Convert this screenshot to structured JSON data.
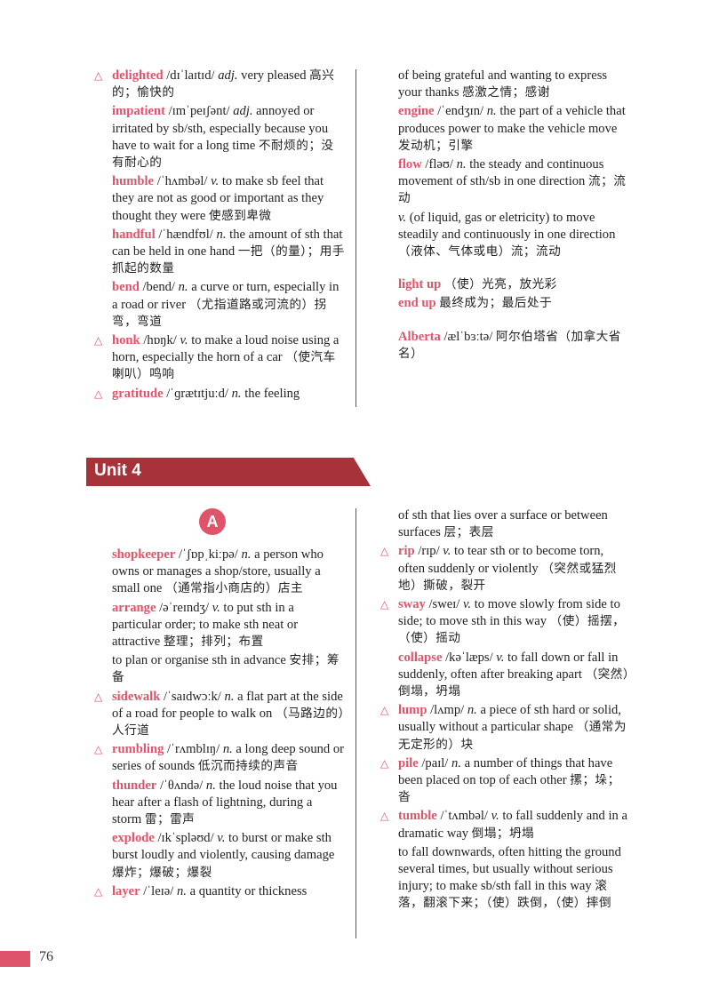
{
  "top": {
    "left": [
      {
        "tri": true,
        "hw": "delighted",
        "ipa": "/dɪˈlaɪtɪd/",
        "pos": "adj.",
        "def": "very pleased",
        "zh": "高兴的；愉快的"
      },
      {
        "tri": false,
        "hw": "impatient",
        "ipa": "/ɪmˈpeɪʃənt/",
        "pos": "adj.",
        "def": "annoyed or irritated by sb/sth, especially because you have to wait for a long time",
        "zh": "不耐烦的；没有耐心的"
      },
      {
        "tri": false,
        "hw": "humble",
        "ipa": "/ˈhʌmbəl/",
        "pos": "v.",
        "def": "to make sb feel that they are not as good or important as they thought they were",
        "zh": "使感到卑微"
      },
      {
        "tri": false,
        "hw": "handful",
        "ipa": "/ˈhændfʊl/",
        "pos": "n.",
        "def": "the amount of sth that can be held in one hand",
        "zh": "一把（的量）；用手抓起的数量"
      },
      {
        "tri": false,
        "hw": "bend",
        "ipa": "/bend/",
        "pos": "n.",
        "def": "a curve or turn, especially in a road or river",
        "zh": "（尤指道路或河流的）拐弯，弯道"
      },
      {
        "tri": true,
        "hw": "honk",
        "ipa": "/hɒŋk/",
        "pos": "v.",
        "def": "to make a loud noise using a horn, especially the horn of a car",
        "zh": "（使汽车喇叭）鸣响"
      },
      {
        "tri": true,
        "hw": "gratitude",
        "ipa": "/ˈɡrætɪtjuːd/",
        "pos": "n.",
        "def": "the feeling",
        "zh": ""
      }
    ],
    "right": [
      {
        "tri": false,
        "hw": "",
        "ipa": "",
        "pos": "",
        "def": "of being grateful and wanting to express your thanks",
        "zh": "感激之情；感谢"
      },
      {
        "tri": false,
        "hw": "engine",
        "ipa": "/ˈendʒɪn/",
        "pos": "n.",
        "def": "the part of a vehicle that produces power to make the vehicle move",
        "zh": "发动机；引擎"
      },
      {
        "tri": false,
        "hw": "flow",
        "ipa": "/fləʊ/",
        "pos": "n.",
        "def": "the steady and continuous movement of sth/sb in one direction",
        "zh": "流；流动"
      },
      {
        "tri": false,
        "hw": "",
        "ipa": "",
        "pos": "v.",
        "def": "(of liquid, gas or eletricity) to move steadily and continuously in one direction",
        "zh": "（液体、气体或电）流；流动"
      },
      {
        "gap": true
      },
      {
        "tri": false,
        "hw": "light up",
        "ipa": "",
        "pos": "",
        "def": "",
        "zh": "（使）光亮，放光彩"
      },
      {
        "tri": false,
        "hw": "end up",
        "ipa": "",
        "pos": "",
        "def": "",
        "zh": "最终成为；最后处于"
      },
      {
        "gap": true
      },
      {
        "tri": false,
        "hw": "Alberta",
        "ipa": "/ælˈbɜːtə/",
        "pos": "",
        "def": "",
        "zh": "阿尔伯塔省（加拿大省名）"
      }
    ]
  },
  "unit_title": "Unit 4",
  "section_badge": "A",
  "bottom": {
    "left": [
      {
        "tri": false,
        "hw": "shopkeeper",
        "ipa": "/ˈʃɒpˌkiːpə/",
        "pos": "n.",
        "def": "a person who owns or manages a shop/store, usually a small one",
        "zh": "（通常指小商店的）店主"
      },
      {
        "tri": false,
        "hw": "arrange",
        "ipa": "/əˈreɪndʒ/",
        "pos": "v.",
        "def": "to put sth in a particular order; to make sth neat or attractive",
        "zh": "整理；排列；布置"
      },
      {
        "tri": false,
        "hw": "",
        "ipa": "",
        "pos": "",
        "def": "to plan or organise sth in advance",
        "zh": "安排；筹备"
      },
      {
        "tri": true,
        "hw": "sidewalk",
        "ipa": "/ˈsaɪdwɔːk/",
        "pos": "n.",
        "def": "a flat part at the side of a road for people to walk on",
        "zh": "（马路边的）人行道"
      },
      {
        "tri": true,
        "hw": "rumbling",
        "ipa": "/ˈrʌmblɪŋ/",
        "pos": "n.",
        "def": "a long deep sound or series of sounds",
        "zh": "低沉而持续的声音"
      },
      {
        "tri": false,
        "hw": "thunder",
        "ipa": "/ˈθʌndə/",
        "pos": "n.",
        "def": "the loud noise that you hear after a flash of lightning, during a storm",
        "zh": "雷；雷声"
      },
      {
        "tri": false,
        "hw": "explode",
        "ipa": "/ɪkˈspləʊd/",
        "pos": "v.",
        "def": "to burst or make sth burst loudly and violently, causing damage",
        "zh": "爆炸；爆破；爆裂"
      },
      {
        "tri": true,
        "hw": "layer",
        "ipa": "/ˈleɪə/",
        "pos": "n.",
        "def": "a quantity or thickness",
        "zh": ""
      }
    ],
    "right": [
      {
        "tri": false,
        "hw": "",
        "ipa": "",
        "pos": "",
        "def": "of sth that lies over a surface or between surfaces",
        "zh": "层；表层"
      },
      {
        "tri": true,
        "hw": "rip",
        "ipa": "/rɪp/",
        "pos": "v.",
        "def": "to tear sth or to become torn, often suddenly or violently",
        "zh": "（突然或猛烈地）撕破，裂开"
      },
      {
        "tri": true,
        "hw": "sway",
        "ipa": "/sweɪ/",
        "pos": "v.",
        "def": "to move slowly from side to side; to move sth in this way",
        "zh": "（使）摇摆，（使）摇动"
      },
      {
        "tri": false,
        "hw": "collapse",
        "ipa": "/kəˈlæps/",
        "pos": "v.",
        "def": "to fall down or fall in suddenly, often after breaking apart",
        "zh": "（突然）倒塌，坍塌"
      },
      {
        "tri": true,
        "hw": "lump",
        "ipa": "/lʌmp/",
        "pos": "n.",
        "def": "a piece of sth hard or solid, usually without a particular shape",
        "zh": "（通常为无定形的）块"
      },
      {
        "tri": true,
        "hw": "pile",
        "ipa": "/paɪl/",
        "pos": "n.",
        "def": "a number of things that have been placed on top of each other",
        "zh": "摞；垛；沓"
      },
      {
        "tri": true,
        "hw": "tumble",
        "ipa": "/ˈtʌmbəl/",
        "pos": "v.",
        "def": "to fall suddenly and in a dramatic way",
        "zh": "倒塌；坍塌"
      },
      {
        "tri": false,
        "hw": "",
        "ipa": "",
        "pos": "",
        "def": "to fall downwards, often hitting the ground several times, but usually without serious injury; to make sb/sth fall in this way",
        "zh": "滚落，翻滚下来；（使）跌倒，（使）摔倒"
      }
    ]
  },
  "page_number": "76",
  "colors": {
    "headword": "#e0546a",
    "banner": "#a8323a",
    "badge": "#e0546a"
  }
}
